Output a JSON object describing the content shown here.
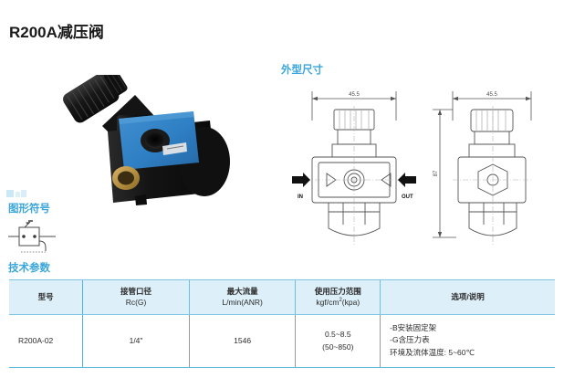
{
  "document": {
    "title": "R200A减压阀"
  },
  "sections": {
    "dimensions_heading": "外型尺寸",
    "symbol_heading": "图形符号",
    "specs_heading": "技术参数"
  },
  "drawings": {
    "front": {
      "width_dim": "45.5",
      "inlet_label": "IN",
      "outlet_label": "OUT"
    },
    "side": {
      "width_dim": "45.5",
      "height_dim": "87"
    }
  },
  "spec_table": {
    "headers": [
      {
        "main": "型号",
        "sub": ""
      },
      {
        "main": "接管口径",
        "sub": "Rc(G)"
      },
      {
        "main": "最大流量",
        "sub": "L/min(ANR)"
      },
      {
        "main": "使用压力范围",
        "sub": "kgf/cm2(kpa)",
        "sub_base": "kgf/cm",
        "sub_sup": "2",
        "sub_tail": "(kpa)"
      },
      {
        "main": "选项/说明",
        "sub": ""
      }
    ],
    "rows": [
      {
        "model": "R200A-02",
        "port_size": "1/4\"",
        "max_flow": "1546",
        "pressure_range_main": "0.5~8.5",
        "pressure_range_sub": "(50~850)",
        "options": [
          "-B安装固定架",
          "-G含压力表",
          "环境及流体温度: 5~60℃"
        ]
      }
    ]
  },
  "colors": {
    "accent_blue": "#3aa6db",
    "header_bg": "#ddeff8",
    "divider_blue": "#49b4e4",
    "divider_gray": "#9a9a9a",
    "product_body_blue": "#2f7fc4",
    "product_black": "#1b1b1b"
  }
}
